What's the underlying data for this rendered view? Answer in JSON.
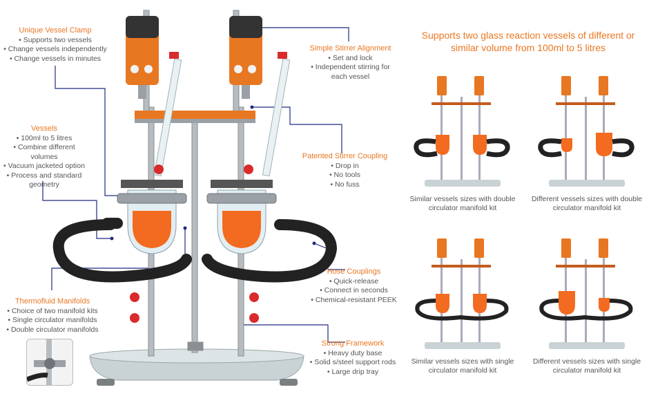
{
  "headline": "Supports two glass reaction vessels of different or similar volume from 100ml to 5 litres",
  "brand_colors": {
    "orange": "#e87722",
    "callout_line": "#1f2a80",
    "steel": "#9aa0a6",
    "hose": "#222222",
    "liquid": "#f36b21",
    "red_cap": "#d92b2b"
  },
  "callouts": [
    {
      "id": "unique-vessel-clamp",
      "title": "Unique Vessel Clamp",
      "items": [
        "Supports two vessels",
        "Change vessels independently",
        "Change vessels in minutes"
      ]
    },
    {
      "id": "vessels",
      "title": "Vessels",
      "items": [
        "100ml to 5 litres",
        "Combine different volumes",
        "Vacuum jacketed option",
        "Process and standard geometry"
      ]
    },
    {
      "id": "thermofluid-manifolds",
      "title": "Thermofluid Manifolds",
      "items": [
        "Choice of two manifold kits",
        "Single circulator manifolds",
        "Double circulator manifolds"
      ]
    },
    {
      "id": "simple-stirrer-alignment",
      "title": "Simple Stirrer Alignment",
      "items": [
        "Set and lock",
        "Independent stirring for each vessel"
      ]
    },
    {
      "id": "patented-stirrer-coupling",
      "title": "Patented Stirrer Coupling",
      "items": [
        "Drop in",
        "No tools",
        "No fuss"
      ]
    },
    {
      "id": "hose-couplings",
      "title": "Hose Couplings",
      "items": [
        "Quick-release",
        "Connect in seconds",
        "Chemical-resistant PEEK"
      ]
    },
    {
      "id": "strong-framework",
      "title": "Strong Framework",
      "items": [
        "Heavy duty base",
        "Solid s/steel support rods",
        "Large drip tray"
      ]
    }
  ],
  "captions": [
    "Similar vessels sizes with double circulator manifold kit",
    "Different vessels sizes with double circulator manifold kit",
    "Similar vessels sizes with single circulator manifold kit",
    "Different vessels sizes with single circulator manifold kit"
  ],
  "icons": [
    "stirrer-motor-icon",
    "reaction-vessel-icon",
    "hose-icon",
    "clamp-icon",
    "drip-tray-icon"
  ]
}
